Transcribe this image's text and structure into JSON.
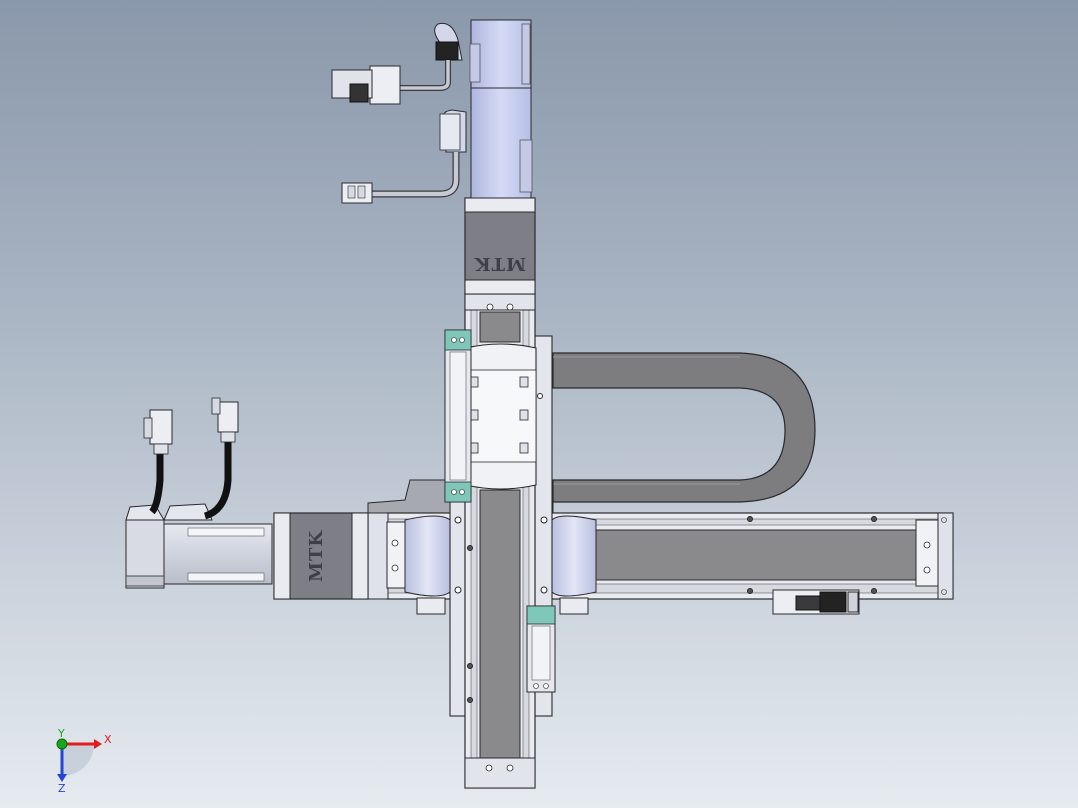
{
  "branding": {
    "vertical_axis_motor_label": "MTK",
    "horizontal_axis_motor_label": "MTK"
  },
  "triad": {
    "x_label": "X",
    "y_label": "Y",
    "z_label": "Z"
  },
  "colors": {
    "background_top": "#8a98ab",
    "background_bottom": "#e6ebf0",
    "motor_body": "#c9d0f0",
    "motor_flange": "#7d7e86",
    "rail_frame": "#e9ebf1",
    "rail_channel": "#8a8a8c",
    "cable_chain": "#7d7d80",
    "clamp_accent": "#7fc7b8",
    "x_axis": "#e21b1b",
    "y_axis": "#1aa61a",
    "z_axis": "#2345d8"
  }
}
